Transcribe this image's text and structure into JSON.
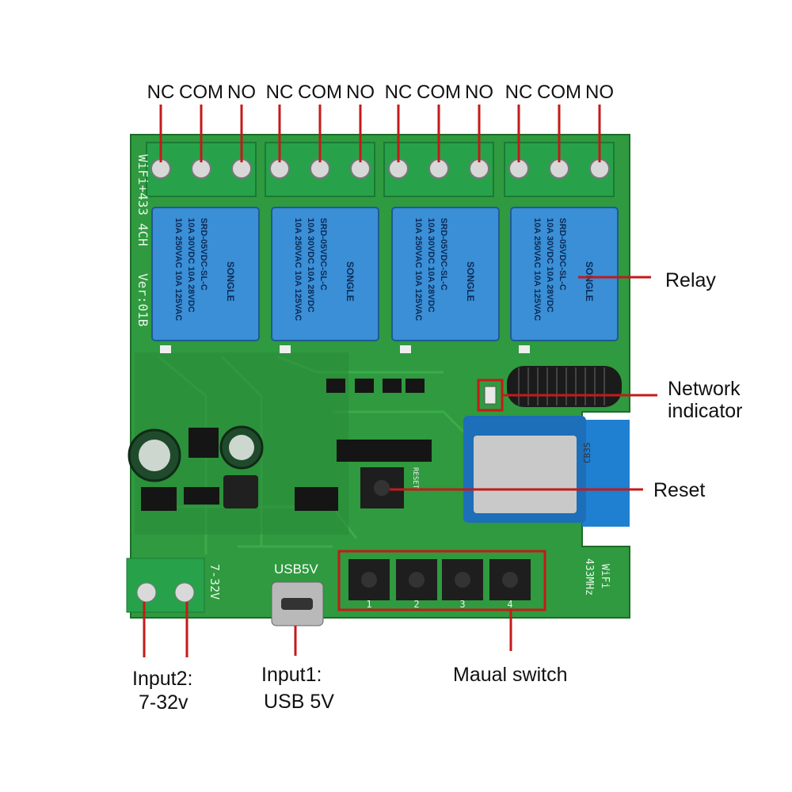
{
  "terminal_groups": [
    {
      "nc": "NC",
      "com": "COM",
      "no": "NO"
    },
    {
      "nc": "NC",
      "com": "COM",
      "no": "NO"
    },
    {
      "nc": "NC",
      "com": "COM",
      "no": "NO"
    },
    {
      "nc": "NC",
      "com": "COM",
      "no": "NO"
    }
  ],
  "callouts": {
    "relay": "Relay",
    "network_indicator_line1": "Network",
    "network_indicator_line2": "indicator",
    "reset": "Reset",
    "manual_switch": "Maual switch",
    "input2_line1": "Input2:",
    "input2_line2": "7-32v",
    "input1_line1": "Input1:",
    "input1_line2": "USB 5V"
  },
  "board": {
    "silk_model_line1": "WiFi+433  4CH",
    "silk_version": "Ver:01B",
    "silk_voltage": "7-32V",
    "silk_usb": "USB5V",
    "silk_freq_line1": "WiFi",
    "silk_freq_line2": "433MHz",
    "silk_reset": "RESET",
    "module_label": "CB3S",
    "button_numbers": [
      "1",
      "2",
      "3",
      "4"
    ],
    "relay_brand": "SONGLE",
    "relay_lines": [
      "10A 250VAC  10A 125VAC",
      "10A 30VDC  10A 28VDC",
      "SRD-05VDC-SL-C"
    ]
  },
  "colors": {
    "pcb": "#2f9a3f",
    "pcb_dark": "#237a31",
    "relay": "#3a8fd6",
    "terminal": "#27a24a",
    "callout_line": "#c41a1a",
    "highlight_box": "#c41a1a"
  }
}
